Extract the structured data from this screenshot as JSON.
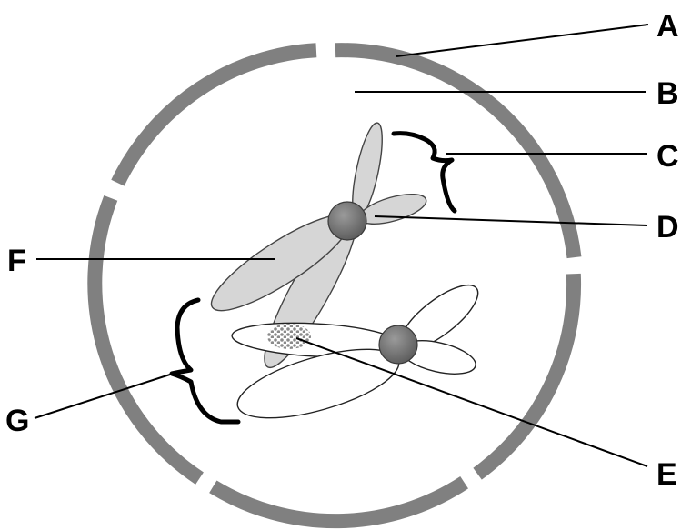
{
  "labels": {
    "A": "A",
    "B": "B",
    "C": "C",
    "D": "D",
    "E": "E",
    "F": "F",
    "G": "G"
  },
  "colors": {
    "membrane": "#808080",
    "chromosome_shaded": "#d6d6d6",
    "chromosome_unshaded": "#ffffff",
    "centromere": "#6e6e6e",
    "gene_locus_dots": "#8a8a8a",
    "lines": "#000000"
  }
}
